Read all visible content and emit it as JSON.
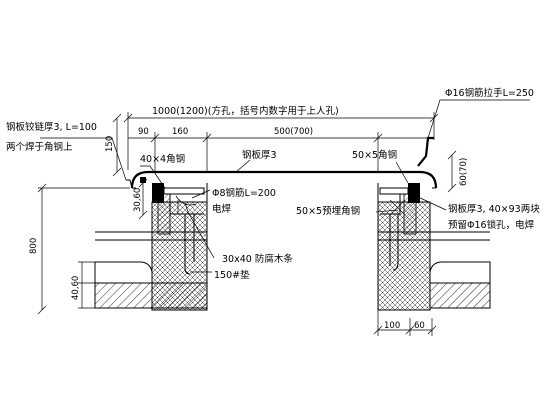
{
  "labels": {
    "handle_spec": "Φ16钢筋拉手L=250",
    "width_total": "1000(1200)(方孔，括号内数字用于上人孔)",
    "hinge_plate": "钢板铰链厚3, L=100",
    "hinge_weld": "两个焊于角钢上",
    "dim_90": "90",
    "dim_160": "160",
    "dim_500": "500(700)",
    "dim_150": "150",
    "angle_40x4": "40×4角钢",
    "steel_plate_3": "钢板厚3",
    "angle_50x5": "50×5角钢",
    "dim_60_70": "60(70)",
    "dim_30_60": "30,60",
    "rebar_phi8": "Φ8钢筋L=200",
    "electric_weld_1": "电焊",
    "embedded_angle": "50×5预埋角钢",
    "plate_right": "钢板厚3, 40×93两块",
    "lock_hole": "预留Φ16锁孔，电焊",
    "dim_800": "800",
    "wood_strip": "30x40  防腐木条",
    "mortar": "150#垫",
    "dim_40_60": "40,60",
    "dim_100": "100",
    "dim_60": "60"
  }
}
